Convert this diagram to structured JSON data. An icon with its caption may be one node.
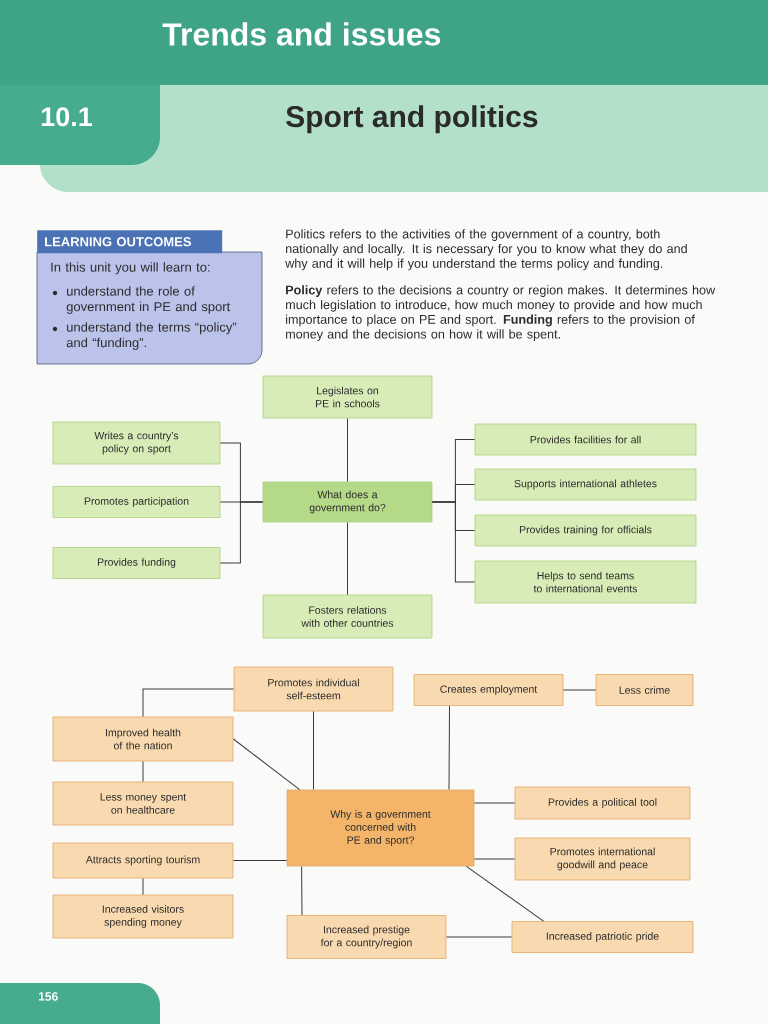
{
  "diagram": {
    "title": "Sport and politics",
    "nodes": [
      {
        "text": [
          "What does a government do?"
        ]
      },
      {
        "text": [
          "Legislates on PE in schools"
        ]
      },
      {
        "text": [
          "Writes a country’s policy on sport"
        ]
      },
      {
        "text": [
          "Promotes participation"
        ]
      },
      {
        "text": [
          "Provides funding"
        ]
      },
      {
        "text": [
          "Provides facilities for all"
        ]
      },
      {
        "text": [
          "Supports international athletes"
        ]
      },
      {
        "text": [
          "Provides training for officials"
        ]
      },
      {
        "text": [
          "Helps to send teams to international events"
        ]
      },
      {
        "text": [
          "Fosters relations with other countries"
        ]
      },
      {
        "text": [
          "Why is a government concerned with PE and sport?"
        ]
      },
      {
        "text": [
          "Promotes individual self-esteem"
        ]
      },
      {
        "text": [
          "Creates employment"
        ]
      },
      {
        "text": [
          "Less crime"
        ]
      },
      {
        "text": [
          "Improved health of the nation"
        ]
      },
      {
        "text": [
          "Less money spent on healthcare"
        ]
      },
      {
        "text": [
          "Attracts sporting tourism"
        ]
      },
      {
        "text": [
          "Increased visitors spending money"
        ]
      },
      {
        "text": [
          "Provides a political tool"
        ]
      },
      {
        "text": [
          "Promotes international goodwill and peace"
        ]
      },
      {
        "text": [
          "Increased prestige for a country/region"
        ]
      },
      {
        "text": [
          "Increased patriotic pride"
        ]
      }
    ],
    "edges": [
      {
        "from": 0,
        "to": 1,
        "arrow": "none"
      },
      {
        "from": 0,
        "to": 9,
        "arrow": "none"
      },
      {
        "from": 2,
        "to": 0,
        "arrow": "none"
      },
      {
        "from": 3,
        "to": 0,
        "arrow": "none"
      },
      {
        "from": 4,
        "to": 0,
        "arrow": "none"
      },
      {
        "from": 0,
        "to": 5,
        "arrow": "none"
      },
      {
        "from": 0,
        "to": 6,
        "arrow": "none"
      },
      {
        "from": 0,
        "to": 7,
        "arrow": "none"
      },
      {
        "from": 0,
        "to": 8,
        "arrow": "none"
      },
      {
        "from": 11,
        "to": 10,
        "arrow": "none"
      },
      {
        "from": 12,
        "to": 10,
        "arrow": "none"
      },
      {
        "from": 12,
        "to": 13,
        "arrow": "none"
      },
      {
        "from": 11,
        "to": 14,
        "arrow": "none"
      },
      {
        "from": 14,
        "to": 10,
        "arrow": "none"
      },
      {
        "from": 14,
        "to": 15,
        "arrow": "none"
      },
      {
        "from": 16,
        "to": 10,
        "arrow": "none"
      },
      {
        "from": 16,
        "to": 17,
        "arrow": "none"
      },
      {
        "from": 10,
        "to": 18,
        "arrow": "none"
      },
      {
        "from": 10,
        "to": 19,
        "arrow": "none"
      },
      {
        "from": 10,
        "to": 21,
        "arrow": "none"
      },
      {
        "from": 10,
        "to": 20,
        "arrow": "none"
      },
      {
        "from": 20,
        "to": 21,
        "arrow": "none"
      }
    ],
    "labels": [
      "Trends and issues",
      "10.1",
      "LEARNING OUTCOMES",
      "In this unit you will learn to:",
      "understand the role of government in PE and sport",
      "understand the terms “policy” and “funding”.",
      "Politics refers to the activities of the government of a country, both nationally and locally. It is necessary for you to know what they do and why and it will help if you understand the terms policy and funding.",
      "**Policy** refers to the decisions a country or region makes. It determines how much legislation to introduce, how much money to provide and how much importance to place on PE and sport. **Funding** refers to the provision of money and the decisions on how it will be spent.",
      "156"
    ]
  }
}
